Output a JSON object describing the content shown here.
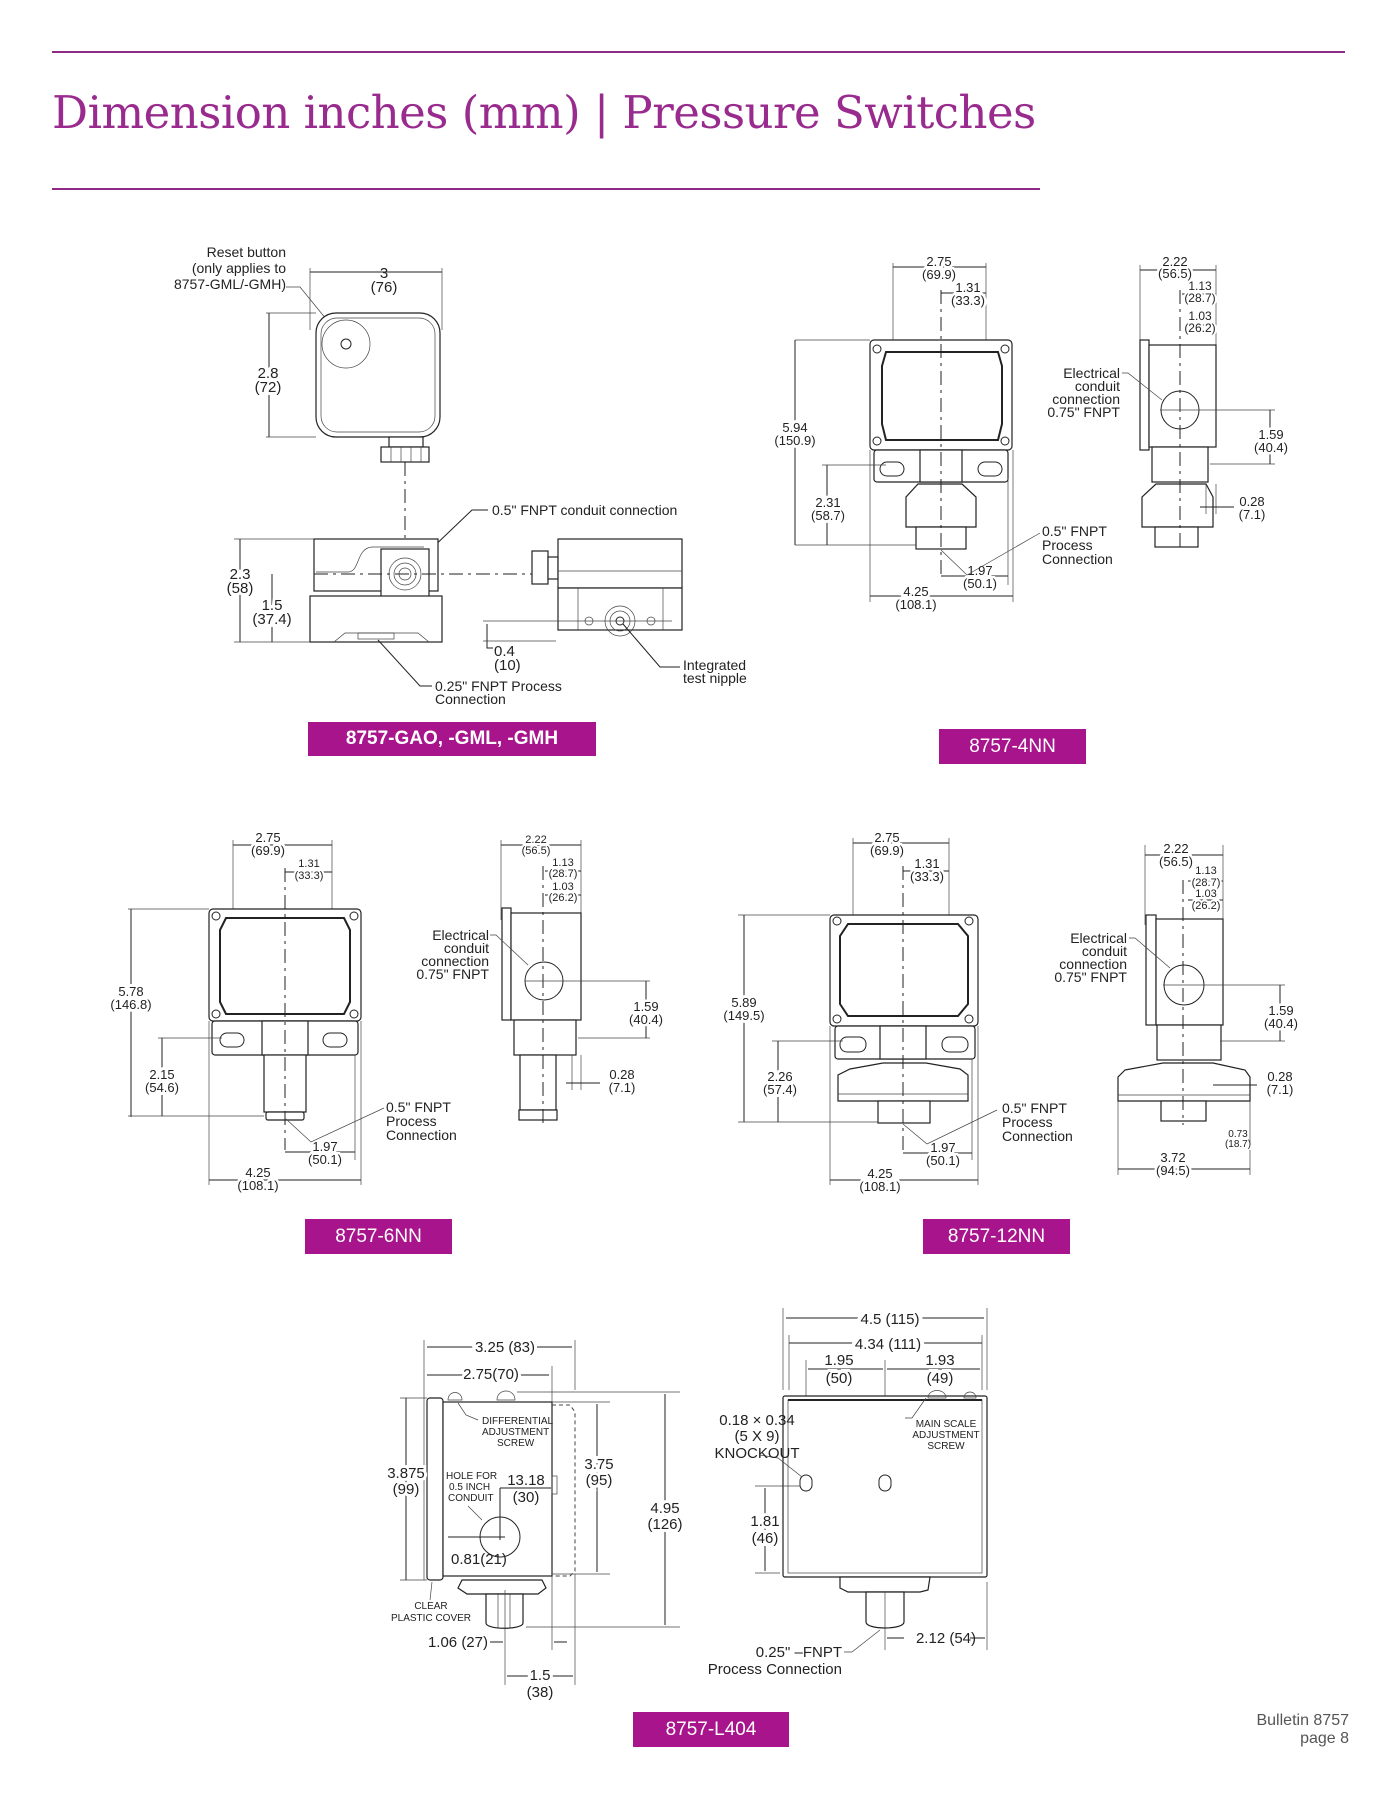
{
  "header": {
    "title": "Dimension inches (mm) | Pressure Switches"
  },
  "theme": {
    "accent": "#a8148c",
    "title_color": "#9a2b8e",
    "rule_color": "#8e2a86"
  },
  "drawings": {
    "gao": {
      "model_label": "8757-GAO, -GML, -GMH",
      "reset_note": [
        "Reset button",
        "(only applies to",
        "8757-GML/-GMH)"
      ],
      "width_in": "3",
      "width_mm": "(76)",
      "height_in": "2.8",
      "height_mm": "(72)",
      "conduit_note": "0.5\" FNPT conduit connection",
      "side_height_in": "2.3",
      "side_height_mm": "(58)",
      "center_height_in": "1.5",
      "center_height_mm": "(37.4)",
      "process_note": [
        "0.25\" FNPT Process",
        "Connection"
      ],
      "nipple_offset_in": "0.4",
      "nipple_offset_mm": "(10)",
      "nipple_note": [
        "Integrated",
        "test nipple"
      ]
    },
    "nn4": {
      "model_label": "8757-4NN",
      "width_in": "2.75",
      "width_mm": "(69.9)",
      "half_in": "1.31",
      "half_mm": "(33.3)",
      "height_in": "5.94",
      "height_mm": "(150.9)",
      "mount_in": "2.31",
      "mount_mm": "(58.7)",
      "offset_in": "1.97",
      "offset_mm": "(50.1)",
      "base_in": "4.25",
      "base_mm": "(108.1)",
      "process_note": [
        "0.5\" FNPT",
        "Process",
        "Connection"
      ],
      "side_width_in": "2.22",
      "side_width_mm": "(56.5)",
      "side_a_in": "1.13",
      "side_a_mm": "(28.7)",
      "side_b_in": "1.03",
      "side_b_mm": "(26.2)",
      "conduit_note": [
        "Electrical",
        "conduit",
        "connection",
        "0.75\" FNPT"
      ],
      "conduit_h_in": "1.59",
      "conduit_h_mm": "(40.4)",
      "lip_in": "0.28",
      "lip_mm": "(7.1)"
    },
    "nn6": {
      "model_label": "8757-6NN",
      "width_in": "2.75",
      "width_mm": "(69.9)",
      "half_in": "1.31",
      "half_mm": "(33.3)",
      "height_in": "5.78",
      "height_mm": "(146.8)",
      "mount_in": "2.15",
      "mount_mm": "(54.6)",
      "offset_in": "1.97",
      "offset_mm": "(50.1)",
      "base_in": "4.25",
      "base_mm": "(108.1)",
      "process_note": [
        "0.5\" FNPT",
        "Process",
        "Connection"
      ],
      "side_width_in": "2.22",
      "side_width_mm": "(56.5)",
      "side_a_in": "1.13",
      "side_a_mm": "(28.7)",
      "side_b_in": "1.03",
      "side_b_mm": "(26.2)",
      "conduit_note": [
        "Electrical",
        "conduit",
        "connection",
        "0.75\" FNPT"
      ],
      "conduit_h_in": "1.59",
      "conduit_h_mm": "(40.4)",
      "lip_in": "0.28",
      "lip_mm": "(7.1)"
    },
    "nn12": {
      "model_label": "8757-12NN",
      "width_in": "2.75",
      "width_mm": "(69.9)",
      "half_in": "1.31",
      "half_mm": "(33.3)",
      "height_in": "5.89",
      "height_mm": "(149.5)",
      "mount_in": "2.26",
      "mount_mm": "(57.4)",
      "offset_in": "1.97",
      "offset_mm": "(50.1)",
      "base_in": "4.25",
      "base_mm": "(108.1)",
      "process_note": [
        "0.5\" FNPT",
        "Process",
        "Connection"
      ],
      "side_width_in": "2.22",
      "side_width_mm": "(56.5)",
      "side_a_in": "1.13",
      "side_a_mm": "(28.7)",
      "side_b_in": "1.03",
      "side_b_mm": "(26.2)",
      "conduit_note": [
        "Electrical",
        "conduit",
        "connection",
        "0.75\" FNPT"
      ],
      "conduit_h_in": "1.59",
      "conduit_h_mm": "(40.4)",
      "lip_in": "0.28",
      "lip_mm": "(7.1)",
      "foot_in": "0.73",
      "foot_mm": "(18.7)",
      "diaphragm_in": "3.72",
      "diaphragm_mm": "(94.5)"
    },
    "l404": {
      "model_label": "8757-L404",
      "overall_w": "3.25 (83)",
      "body_w": "2.75(70)",
      "diff_note": [
        "DIFFERENTIAL",
        "ADJUSTMENT",
        "SCREW"
      ],
      "height_in": "3.875",
      "height_mm": "(99)",
      "hole_note": [
        "HOLE FOR",
        "0.5 INCH",
        "CONDUIT"
      ],
      "hole_offset_in": "13.18",
      "hole_offset_mm": "(30)",
      "hole_bottom": "0.81(21)",
      "inner_h_in": "3.75",
      "inner_h_mm": "(95)",
      "total_h_in": "4.95",
      "total_h_mm": "(126)",
      "cover_note": [
        "CLEAR",
        "PLASTIC COVER"
      ],
      "fitting_offset": "1.06 (27)",
      "fitting_w_in": "1.5",
      "fitting_w_mm": "(38)",
      "front_w1": "4.5 (115)",
      "front_w2": "4.34 (111)",
      "ko_left_in": "1.95",
      "ko_left_mm": "(50)",
      "ko_right_in": "1.93",
      "ko_right_mm": "(49)",
      "knockout_note": [
        "0.18 × 0.34",
        "(5 X 9)",
        "KNOCKOUT"
      ],
      "main_note": [
        "MAIN SCALE",
        "ADJUSTMENT",
        "SCREW"
      ],
      "ko_h_in": "1.81",
      "ko_h_mm": "(46)",
      "process_note": [
        "0.25\" –FNPT",
        "Process Connection"
      ],
      "fitting_right": "2.12 (54)"
    }
  },
  "footer": {
    "line1": "Bulletin 8757",
    "line2": "page 8"
  }
}
